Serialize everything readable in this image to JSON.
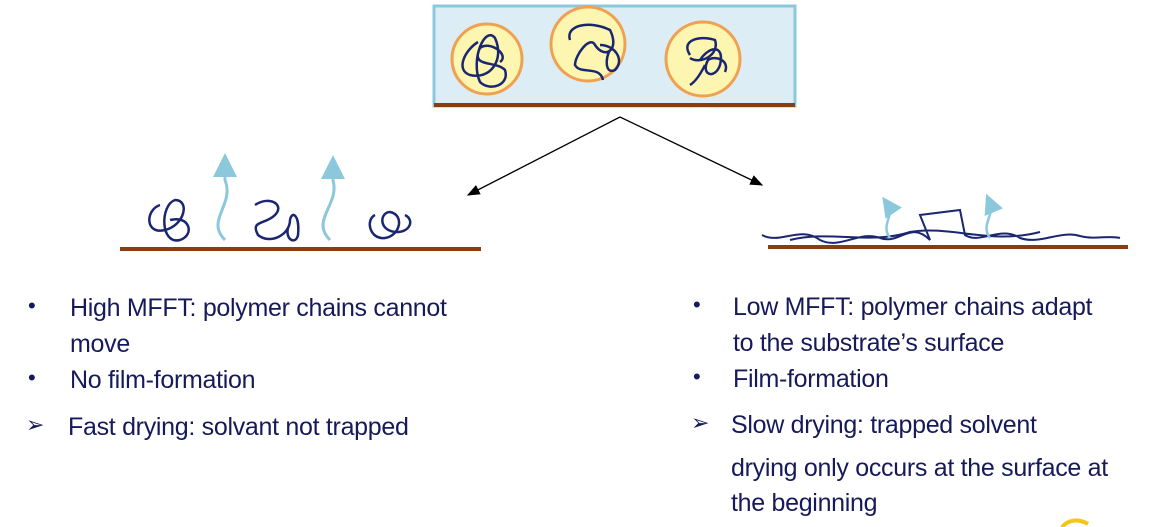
{
  "colors": {
    "text": "#16195a",
    "substrate": "#8b3d12",
    "dispersion_bg": "#dcedf5",
    "particle_fill": "#fdf6b0",
    "particle_border": "#f0a050",
    "chain": "#1a2670",
    "solvent_arrow": "#8cc8dc"
  },
  "left": {
    "items": [
      {
        "marker": "•",
        "text": "High MFFT: polymer chains cannot"
      },
      {
        "marker": "",
        "text": "move"
      },
      {
        "marker": "•",
        "text": "No film-formation"
      },
      {
        "marker": "➢",
        "text": "Fast drying: solvant not trapped"
      }
    ]
  },
  "right": {
    "items": [
      {
        "marker": "•",
        "text": "Low MFFT: polymer chains adapt"
      },
      {
        "marker": "",
        "text": "to the substrate’s surface"
      },
      {
        "marker": "•",
        "text": "Film-formation"
      },
      {
        "marker": "➢",
        "text": "Slow drying: trapped solvent"
      },
      {
        "marker": "",
        "text": "drying only occurs at the surface at"
      },
      {
        "marker": "",
        "text": "the beginning"
      }
    ]
  }
}
